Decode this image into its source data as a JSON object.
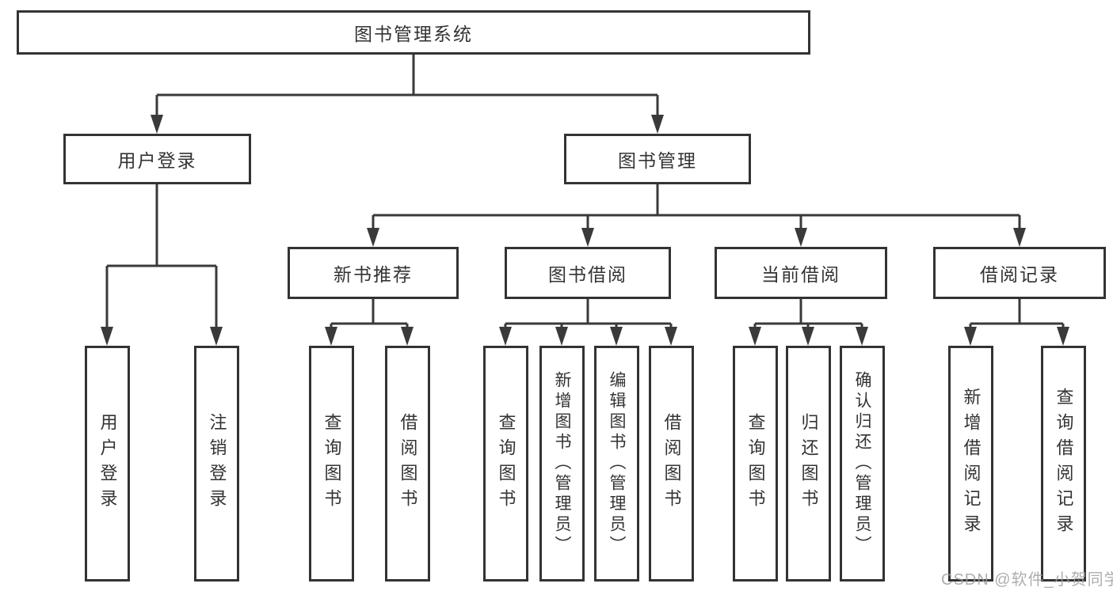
{
  "tree": {
    "label": "图书管理系统",
    "children": [
      {
        "label": "用户登录",
        "children": [
          {
            "label": "用户登录"
          },
          {
            "label": "注销登录"
          }
        ]
      },
      {
        "label": "图书管理",
        "children": [
          {
            "label": "新书推荐",
            "children": [
              {
                "label": "查询图书"
              },
              {
                "label": "借阅图书"
              }
            ]
          },
          {
            "label": "图书借阅",
            "children": [
              {
                "label": "查询图书"
              },
              {
                "label": "新增图书（管理员）"
              },
              {
                "label": "编辑图书（管理员）"
              },
              {
                "label": "借阅图书"
              }
            ]
          },
          {
            "label": "当前借阅",
            "children": [
              {
                "label": "查询图书"
              },
              {
                "label": "归还图书"
              },
              {
                "label": "确认归还（管理员）"
              }
            ]
          },
          {
            "label": "借阅记录",
            "children": [
              {
                "label": "新增借阅记录"
              },
              {
                "label": "查询借阅记录"
              }
            ]
          }
        ]
      }
    ]
  },
  "watermark": {
    "text": "CSDN @软件_小贺同学"
  },
  "colors": {
    "line": "#3a3a3a",
    "box_border": "#333333",
    "text": "#333333",
    "watermark": "#a0a0a0",
    "background": "#ffffff"
  }
}
